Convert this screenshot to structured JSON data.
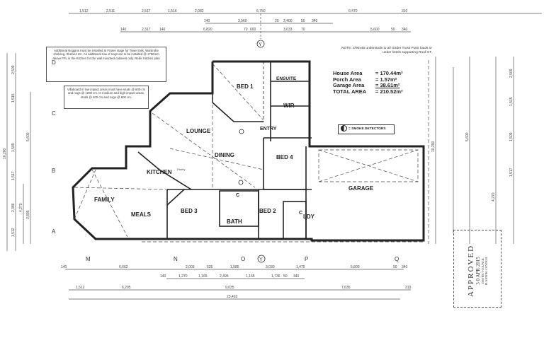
{
  "notes": {
    "noggins": "Additional Noggins must be installed at Frame stage for Towel rails, Wardrobe shelving, Shelves etc. An additional row of nogs are to be installed @ 1750mm above FFL in the Kitchen for the wall mounted cabinets only. Refer Kitchen plan",
    "villaboard": "Villaboard in low impact areas must have studs @ 600 crs and nogs @ 1200 crs. In medium and high impact areas, studs @ 400 crs and nogs @ 600 crs.",
    "girder": "NOTE: 2/90x45 understuds to all Girder Truss Point loads or under lintels supporting Roof GT."
  },
  "areas": {
    "house_label": "House Area",
    "house_value": "= 170.44m²",
    "porch_label": "Porch Area",
    "porch_value": "= 1.57m²",
    "garage_label": "Garage Area",
    "garage_value": "= 38.61m²",
    "total_label": "TOTAL AREA",
    "total_value": "= 210.52m²"
  },
  "legend": {
    "smoke_detectors": "= SMOKE DETECTORS"
  },
  "rooms": {
    "bed1": "BED 1",
    "ensuite": "ENSUITE",
    "wir": "WIR",
    "lounge": "LOUNGE",
    "entry": "ENTRY",
    "dining": "DINING",
    "bed4": "BED 4",
    "kitchen": "KITCHEN",
    "family": "FAMILY",
    "meals": "MEALS",
    "bed3": "BED 3",
    "bath": "BATH",
    "bed2": "BED 2",
    "garage": "GARAGE",
    "ldy": "LDY",
    "c": "C",
    "pantry": "Pantry"
  },
  "grid": {
    "rows": [
      "D",
      "C",
      "B",
      "A"
    ],
    "cols": [
      "M",
      "N",
      "O",
      "Y",
      "P",
      "Q"
    ],
    "top_marker": "Y"
  },
  "dims": {
    "top1": [
      "1,512",
      "2,511",
      "2,517",
      "1,516",
      "2,082",
      "6,750",
      "6,470",
      "310"
    ],
    "top2": [
      "140",
      "3,960",
      "20",
      "2,400",
      "50",
      "340"
    ],
    "top3": [
      "140",
      "2,317",
      "140",
      "6,820",
      "70",
      "600",
      "3,033",
      "70",
      "5,600",
      "50",
      "340"
    ],
    "bottom1": [
      "140",
      "6,662",
      "2,003",
      "525",
      "1,585",
      "3,030",
      "1,475",
      "5,800",
      "50",
      "340"
    ],
    "bottom2": [
      "140",
      "1,270",
      "1,165",
      "2,495",
      "1,165",
      "1,736",
      "50",
      "340"
    ],
    "bottom3": [
      "1,512",
      "6,205",
      "9,035",
      "7,635",
      "310"
    ],
    "bottom4": [
      "23,410"
    ],
    "left": [
      "1,512",
      "2,386",
      "1,517",
      "1,509",
      "1,515",
      "2,509",
      "4,270",
      "5,600",
      "3,895",
      "10,290"
    ],
    "right": [
      "2,509",
      "1,515",
      "1,509",
      "1,517",
      "4,270",
      "5,600",
      "10,290"
    ]
  },
  "stamp": {
    "title": "APPROVED",
    "date": "3 0 APR 2015",
    "line1": "DISTRICT COUNCIL",
    "line2": "PLANNING CONTROL"
  }
}
